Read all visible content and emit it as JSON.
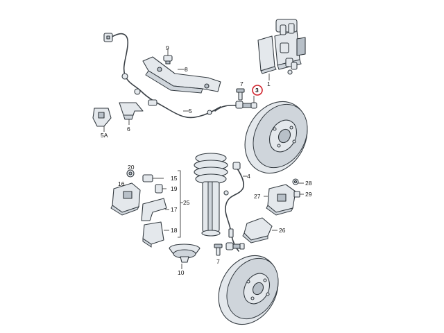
{
  "diagram": {
    "highlight_color": "#d0202a",
    "highlighted_callout": "3",
    "callouts": {
      "c1": "1",
      "c3": "3",
      "c4": "4",
      "c5": "5",
      "c5a": "5A",
      "c6": "6",
      "c7a": "7",
      "c7b": "7",
      "c8": "8",
      "c9": "9",
      "c10": "10",
      "c15": "15",
      "c16": "16",
      "c17": "17",
      "c18": "18",
      "c19": "19",
      "c20": "20",
      "c25": "25",
      "c26": "26",
      "c27": "27",
      "c28": "28",
      "c29": "29"
    }
  }
}
